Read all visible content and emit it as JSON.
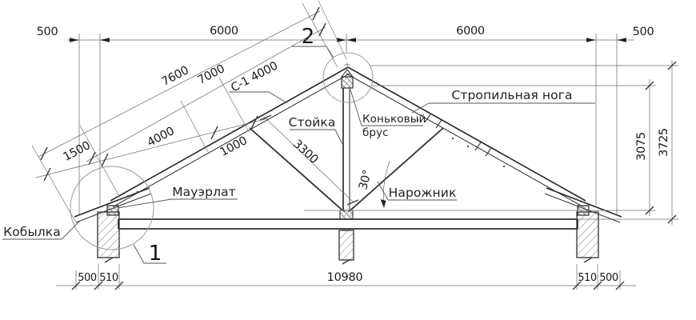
{
  "dims": {
    "top": [
      "500",
      "6000",
      "6000",
      "500"
    ],
    "bottom": [
      "500",
      "510",
      "10980",
      "510",
      "500"
    ],
    "heights": {
      "inner": "3075",
      "outer": "3725"
    },
    "slope": {
      "total": "7600",
      "rafter": "7000",
      "chain": [
        "1500",
        "4000",
        "1000"
      ],
      "member_mark": "С-1 4000",
      "post_diag": "3300"
    },
    "roof_angle": "30°"
  },
  "labels": {
    "rafter": "Стропильная нога",
    "ridge_beam_line1": "Коньковый",
    "ridge_beam_line2": "брус",
    "post": "Стойка",
    "jack_rafter": "Нарожник",
    "mauerlat": "Мауэрлат",
    "kobylka": "Кобылка"
  },
  "markers": {
    "eave_detail": "1",
    "ridge_detail": "2"
  },
  "colors": {
    "structure_line": "#2f2f2f",
    "dim_line": "#6f6f6f",
    "text": "#1a1a1a",
    "background": "#ffffff"
  }
}
